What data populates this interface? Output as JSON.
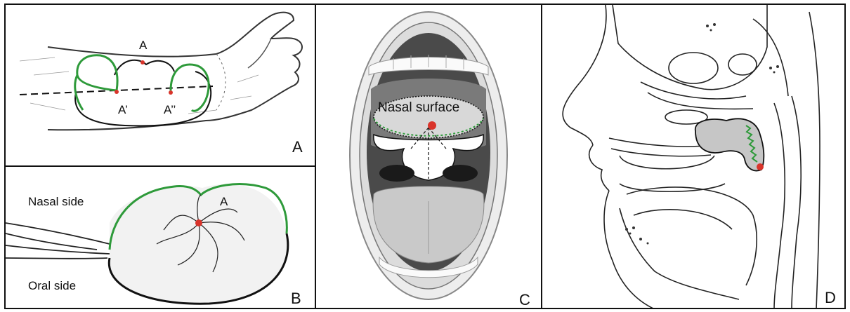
{
  "panels": {
    "a": {
      "corner_label": "A",
      "point_a": "A",
      "point_a1": "A’",
      "point_a2": "A’’"
    },
    "b": {
      "corner_label": "B",
      "nasal_side": "Nasal side",
      "oral_side": "Oral side",
      "point_a": "A"
    },
    "c": {
      "corner_label": "C",
      "nasal_surface": "Nasal surface"
    },
    "d": {
      "corner_label": "D"
    }
  },
  "colors": {
    "suture_green": "#2e9a3a",
    "marker_red": "#d9342b",
    "outline": "#111111",
    "flap_gray": "#c6c6c6"
  }
}
